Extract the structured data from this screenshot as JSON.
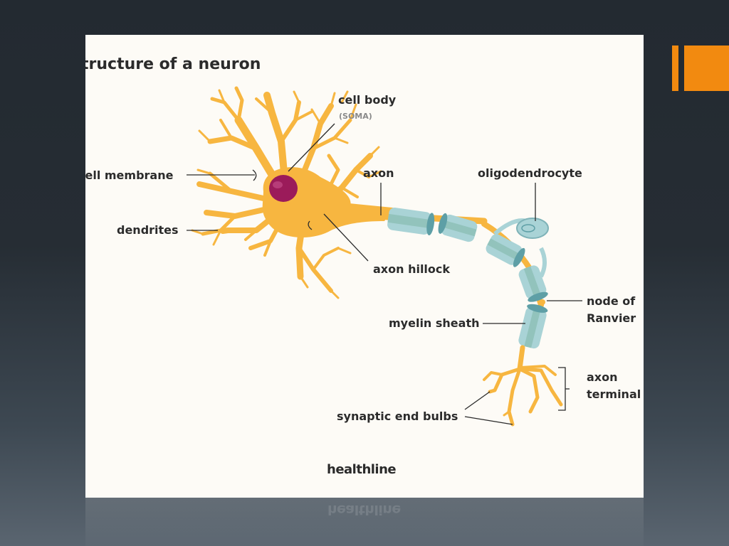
{
  "slide": {
    "accent_color": "#f28a10",
    "background_color": "#262d34"
  },
  "diagram": {
    "title": "tructure of a neuron",
    "brand": "healthline",
    "colors": {
      "neuron": "#f7b640",
      "nucleus": "#9b1b5a",
      "myelin": "#a9d3d6",
      "myelin_dark": "#5e9fa6",
      "background": "#fdfbf6"
    },
    "labels": {
      "cell_body": "cell body",
      "soma": "(SOMA)",
      "cell_membrane": "cell membrane",
      "dendrites": "dendrites",
      "axon": "axon",
      "oligodendrocyte": "oligodendrocyte",
      "axon_hillock": "axon hillock",
      "node_of_ranvier_1": "node of",
      "node_of_ranvier_2": "Ranvier",
      "myelin_sheath": "myelin sheath",
      "axon_terminal_1": "axon",
      "axon_terminal_2": "terminal",
      "synaptic_end_bulbs": "synaptic end bulbs"
    }
  }
}
